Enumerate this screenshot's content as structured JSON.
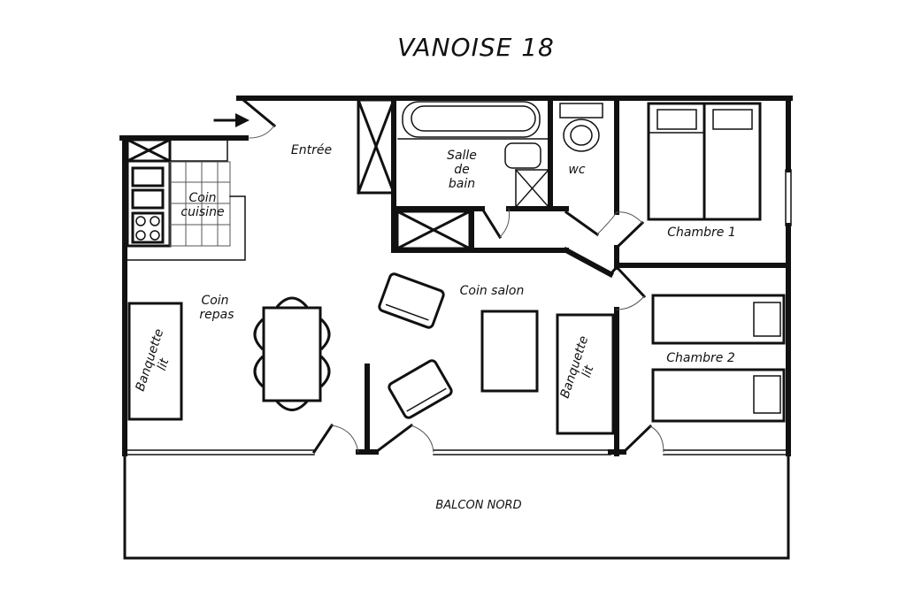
{
  "title": "VANOISE 18",
  "rooms": {
    "entree": "Entrée",
    "salle_de_bain": [
      "Salle",
      "de",
      "bain"
    ],
    "wc": "wc",
    "coin_cuisine": [
      "Coin",
      "cuisine"
    ],
    "chambre1": "Chambre 1",
    "coin_salon": "Coin salon",
    "coin_repas": [
      "Coin",
      "repas"
    ],
    "banquette1": [
      "Banquette",
      "lit"
    ],
    "banquette2": [
      "Banquette",
      "lit"
    ],
    "chambre2": "Chambre 2",
    "balcon": "BALCON NORD"
  },
  "icons": [
    "entrance-arrow-icon"
  ]
}
